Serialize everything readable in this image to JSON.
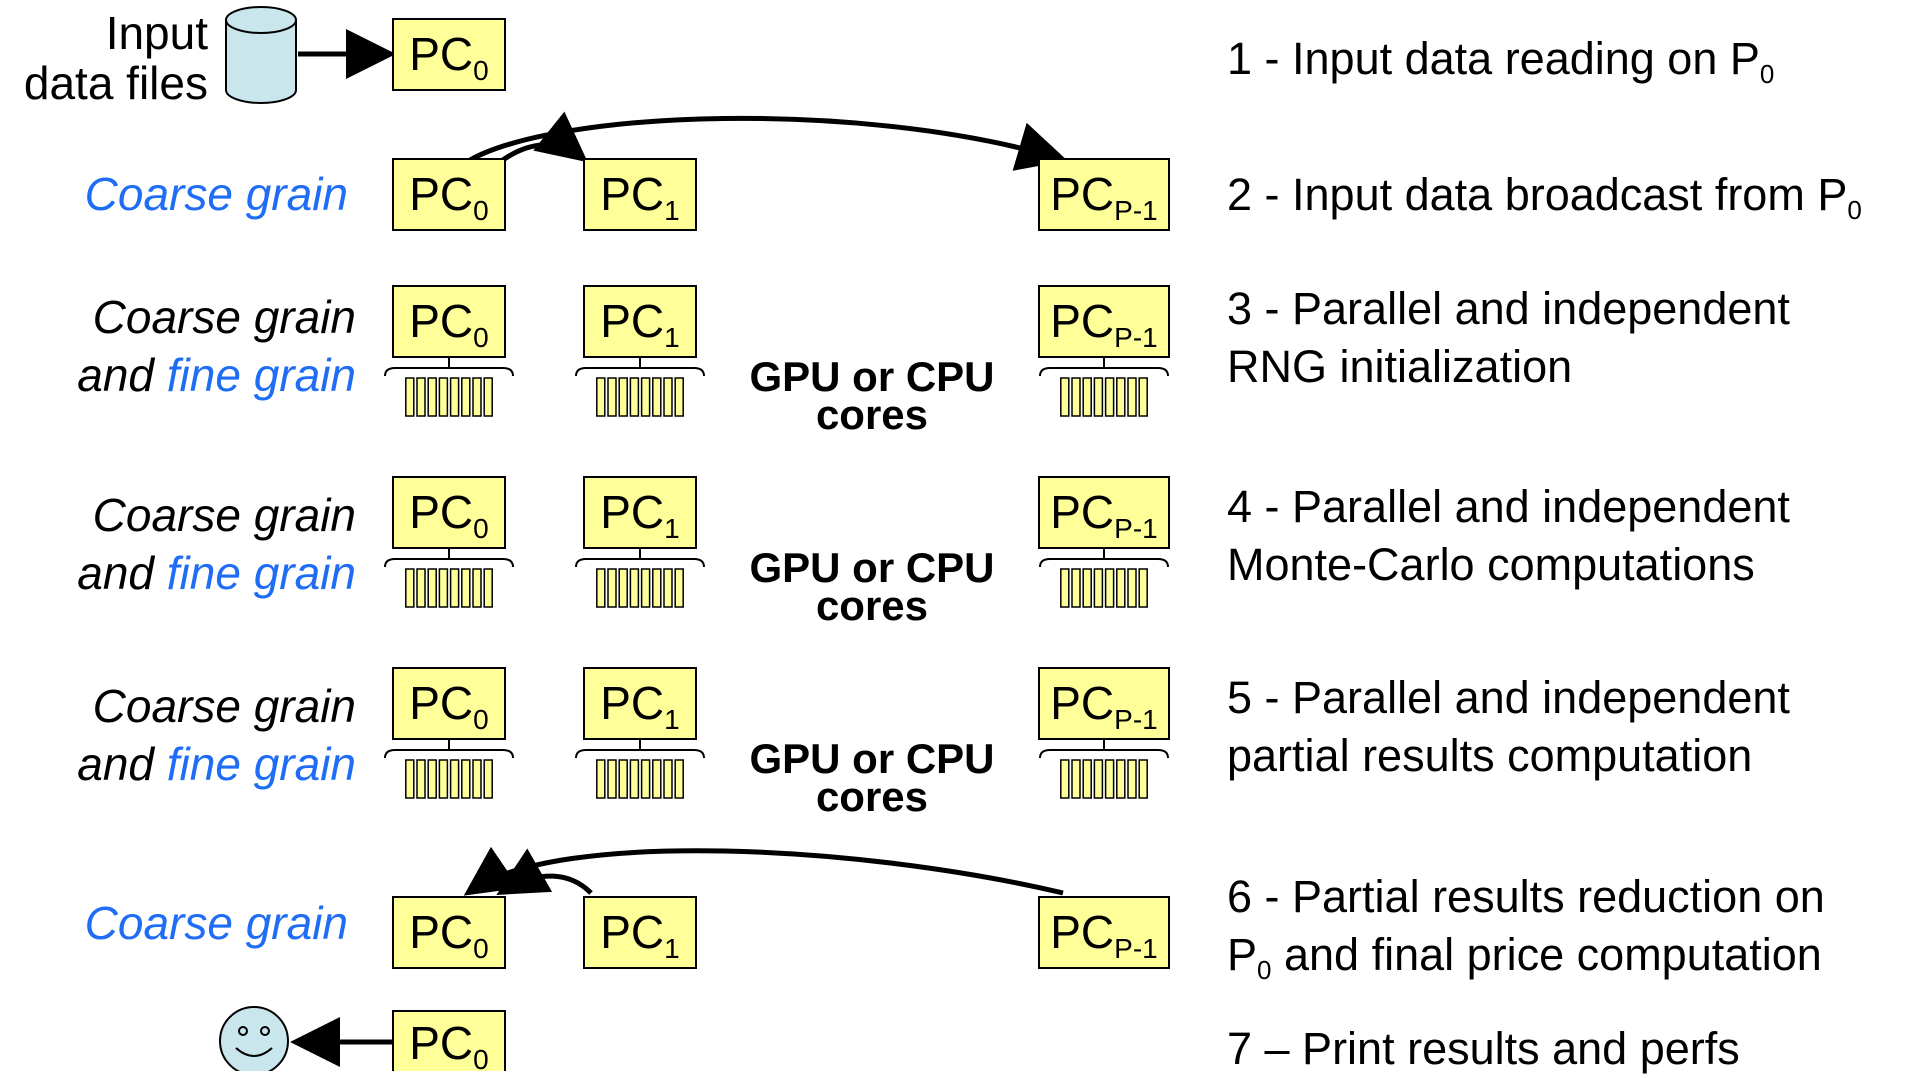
{
  "pc_labels": {
    "base": "PC",
    "sub0": "0",
    "sub1": "1",
    "subP": "P-1"
  },
  "input_label": {
    "line1": "Input",
    "line2": "data files"
  },
  "grain": {
    "coarse": "Coarse grain",
    "and": "and ",
    "fine": "fine grain"
  },
  "cores_label": {
    "line1": "GPU or CPU",
    "line2": "cores"
  },
  "dots_text": "...................",
  "steps": {
    "s1_text": "1 - Input data reading on P",
    "s1_sub": "0",
    "s2_text": "2 - Input data broadcast from P",
    "s2_sub": "0",
    "s3_line1": "3 - Parallel and independent",
    "s3_line2": "RNG initialization",
    "s4_line1": "4 - Parallel and independent",
    "s4_line2": "Monte-Carlo computations",
    "s5_line1": "5 - Parallel and independent",
    "s5_line2": "partial results computation",
    "s6_line1": "6 - Partial results reduction on",
    "s6_line2_pre": "P",
    "s6_line2_sub": "0",
    "s6_line2_post": " and final price computation",
    "s7_text": "7 – Print results and perfs"
  },
  "icons": {
    "storage": "database-cylinder-icon",
    "user": "smiley-face-icon"
  },
  "colors": {
    "pc_fill": "#ffff99",
    "coarse_grain_blue": "#1f6df5",
    "cylinder_fill": "#c8e6ec",
    "face_fill": "#c8e6ec"
  }
}
